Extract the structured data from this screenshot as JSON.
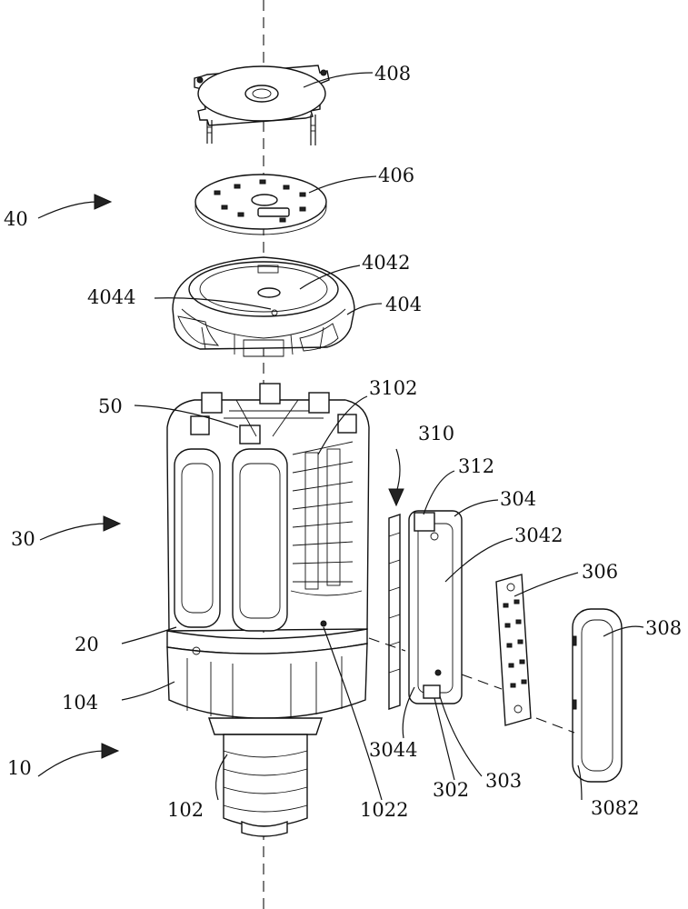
{
  "figure": {
    "labels": {
      "l408": "408",
      "l406": "406",
      "l40": "40",
      "l4042": "4042",
      "l4044": "4044",
      "l404": "404",
      "l3102": "3102",
      "l50": "50",
      "l310": "310",
      "l312": "312",
      "l304": "304",
      "l3042": "3042",
      "l30": "30",
      "l306": "306",
      "l308": "308",
      "l20": "20",
      "l104": "104",
      "l3044": "3044",
      "l10": "10",
      "l302": "302",
      "l303": "303",
      "l102": "102",
      "l1022": "1022",
      "l3082": "3082"
    }
  }
}
